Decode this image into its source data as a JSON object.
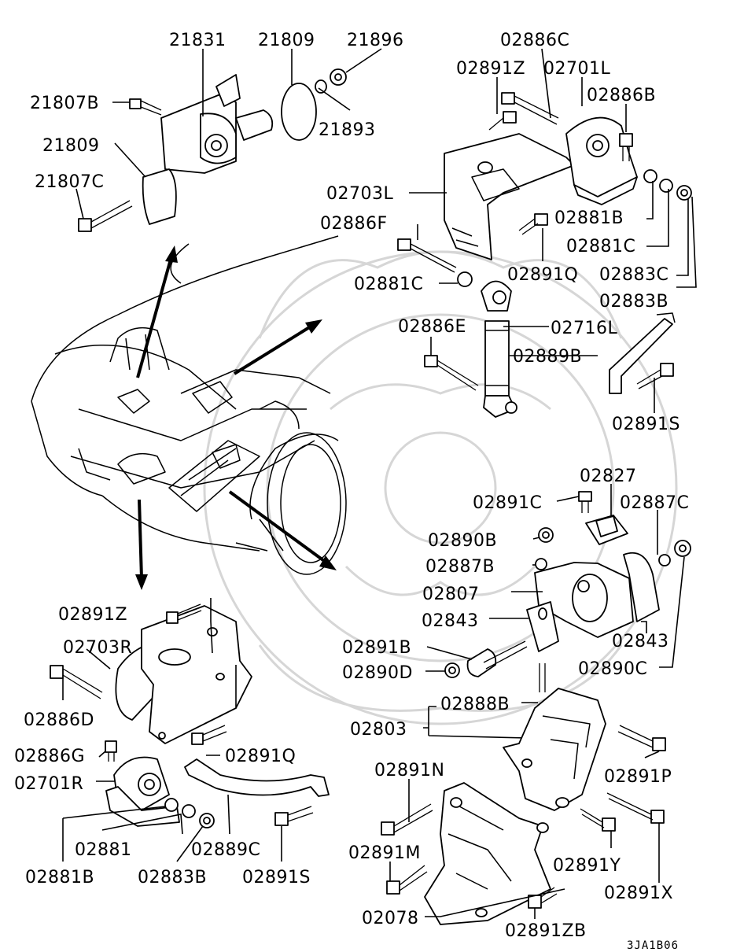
{
  "labels": [
    {
      "id": "21831",
      "text": "21831"
    },
    {
      "id": "21809a",
      "text": "21809"
    },
    {
      "id": "21896",
      "text": "21896"
    },
    {
      "id": "21807B",
      "text": "21807B"
    },
    {
      "id": "21893",
      "text": "21893"
    },
    {
      "id": "21809b",
      "text": "21809"
    },
    {
      "id": "21807C",
      "text": "21807C"
    },
    {
      "id": "02886C",
      "text": "02886C"
    },
    {
      "id": "02891Z_top",
      "text": "02891Z"
    },
    {
      "id": "02701L",
      "text": "02701L"
    },
    {
      "id": "02886B",
      "text": "02886B"
    },
    {
      "id": "02703L",
      "text": "02703L"
    },
    {
      "id": "02886F",
      "text": "02886F"
    },
    {
      "id": "02881B_top",
      "text": "02881B"
    },
    {
      "id": "02881C_right",
      "text": "02881C"
    },
    {
      "id": "02891Q_top",
      "text": "02891Q"
    },
    {
      "id": "02883C",
      "text": "02883C"
    },
    {
      "id": "02881C_left",
      "text": "02881C"
    },
    {
      "id": "02883B_top",
      "text": "02883B"
    },
    {
      "id": "02886E",
      "text": "02886E"
    },
    {
      "id": "02716L",
      "text": "02716L"
    },
    {
      "id": "02889B",
      "text": "02889B"
    },
    {
      "id": "02891S_top",
      "text": "02891S"
    },
    {
      "id": "02827",
      "text": "02827"
    },
    {
      "id": "02891C",
      "text": "02891C"
    },
    {
      "id": "02887C",
      "text": "02887C"
    },
    {
      "id": "02890B",
      "text": "02890B"
    },
    {
      "id": "02887B",
      "text": "02887B"
    },
    {
      "id": "02807",
      "text": "02807"
    },
    {
      "id": "02843a",
      "text": "02843"
    },
    {
      "id": "02843b",
      "text": "02843"
    },
    {
      "id": "02891B",
      "text": "02891B"
    },
    {
      "id": "02890D",
      "text": "02890D"
    },
    {
      "id": "02890C",
      "text": "02890C"
    },
    {
      "id": "02888B",
      "text": "02888B"
    },
    {
      "id": "02803",
      "text": "02803"
    },
    {
      "id": "02891P",
      "text": "02891P"
    },
    {
      "id": "02891N",
      "text": "02891N"
    },
    {
      "id": "02891M",
      "text": "02891M"
    },
    {
      "id": "02891Y",
      "text": "02891Y"
    },
    {
      "id": "02891X",
      "text": "02891X"
    },
    {
      "id": "02078",
      "text": "02078"
    },
    {
      "id": "02891ZB",
      "text": "02891ZB"
    },
    {
      "id": "02891Z_bot",
      "text": "02891Z"
    },
    {
      "id": "02703R",
      "text": "02703R"
    },
    {
      "id": "02886D",
      "text": "02886D"
    },
    {
      "id": "02886G",
      "text": "02886G"
    },
    {
      "id": "02891Q_bot",
      "text": "02891Q"
    },
    {
      "id": "02701R",
      "text": "02701R"
    },
    {
      "id": "02881",
      "text": "02881"
    },
    {
      "id": "02889C",
      "text": "02889C"
    },
    {
      "id": "02881B_bot",
      "text": "02881B"
    },
    {
      "id": "02883B_bot",
      "text": "02883B"
    },
    {
      "id": "02891S_bot",
      "text": "02891S"
    }
  ],
  "diagram_code": "3JA1B06"
}
